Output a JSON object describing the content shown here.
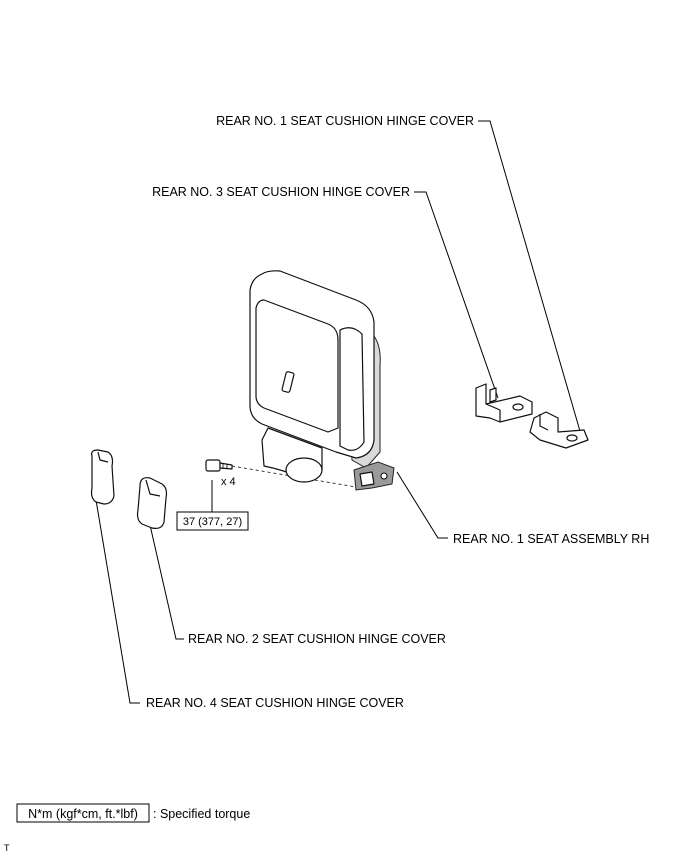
{
  "labels": {
    "rear_no1_hinge_cover": "REAR NO. 1 SEAT CUSHION HINGE COVER",
    "rear_no3_hinge_cover": "REAR NO. 3 SEAT CUSHION HINGE COVER",
    "rear_no1_seat_assembly": "REAR NO. 1 SEAT ASSEMBLY RH",
    "rear_no2_hinge_cover": "REAR NO. 2 SEAT CUSHION HINGE COVER",
    "rear_no4_hinge_cover": "REAR NO. 4 SEAT CUSHION HINGE COVER"
  },
  "bolt": {
    "quantity": "x 4",
    "torque": "37 (377, 27)"
  },
  "legend": {
    "unit_box": "N*m (kgf*cm, ft.*lbf)",
    "description": ": Specified torque"
  },
  "corner_mark": "T"
}
